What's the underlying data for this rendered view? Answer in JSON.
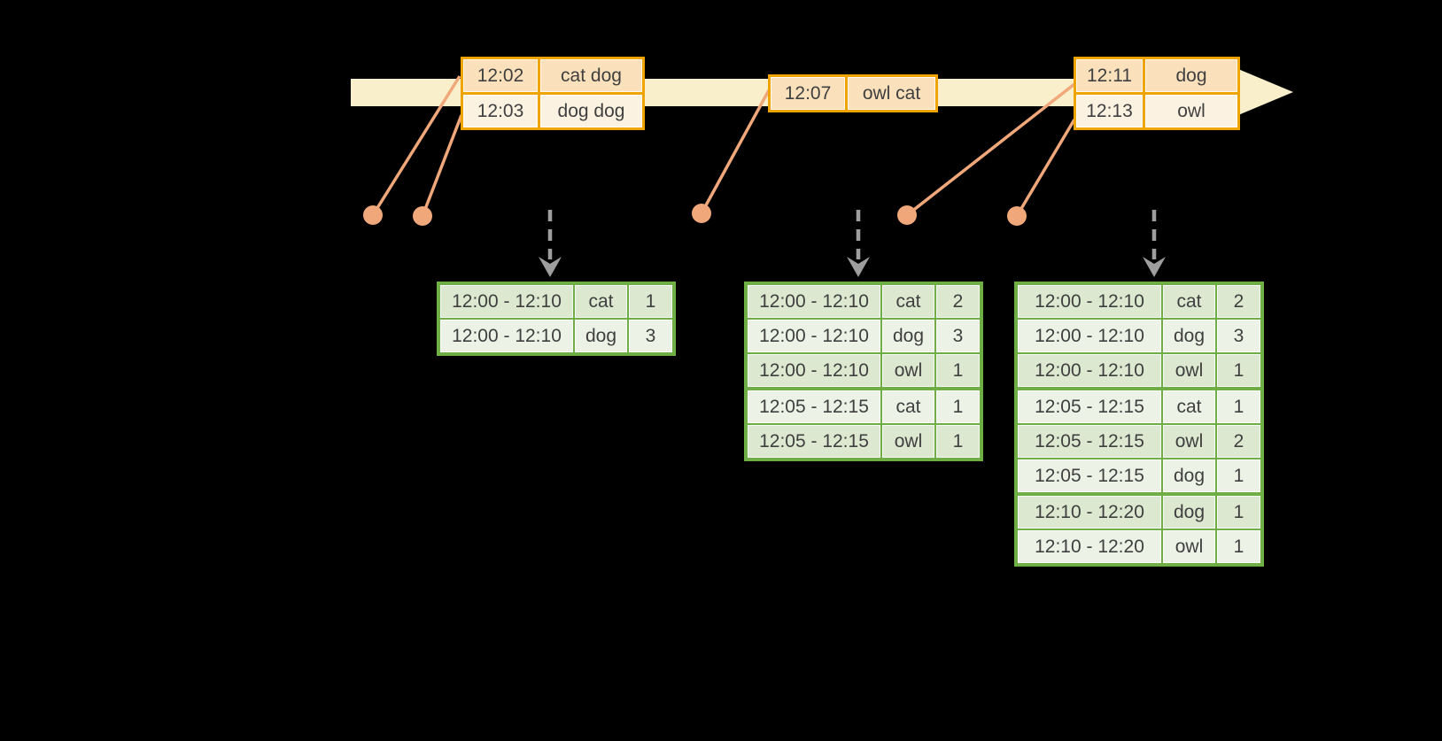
{
  "colors": {
    "background": "#000000",
    "timeline_fill": "#FAEFCB",
    "event_border": "#F0A402",
    "event_row_dark": "#FAE1BC",
    "event_row_light": "#FCF2E1",
    "marker": "#F0A87A",
    "result_border": "#6FAE44",
    "result_row_dark": "#DCE8D0",
    "result_row_light": "#EDF2E7",
    "trigger_arrow": "#9E9E9E",
    "text": "#3F3F3F"
  },
  "event_tables": [
    {
      "rows": [
        [
          "12:02",
          "cat dog"
        ],
        [
          "12:03",
          "dog dog"
        ]
      ]
    },
    {
      "rows": [
        [
          "12:07",
          "owl cat"
        ]
      ]
    },
    {
      "rows": [
        [
          "12:11",
          "dog"
        ],
        [
          "12:13",
          "owl"
        ]
      ]
    }
  ],
  "result_tables": [
    {
      "rows": [
        [
          "12:00 - 12:10",
          "cat",
          "1"
        ],
        [
          "12:00 - 12:10",
          "dog",
          "3"
        ]
      ]
    },
    {
      "rows": [
        [
          "12:00 - 12:10",
          "cat",
          "2"
        ],
        [
          "12:00 - 12:10",
          "dog",
          "3"
        ],
        [
          "12:00 - 12:10",
          "owl",
          "1"
        ],
        [
          "12:05 - 12:15",
          "cat",
          "1"
        ],
        [
          "12:05 - 12:15",
          "owl",
          "1"
        ]
      ]
    },
    {
      "rows": [
        [
          "12:00 - 12:10",
          "cat",
          "2"
        ],
        [
          "12:00 - 12:10",
          "dog",
          "3"
        ],
        [
          "12:00 - 12:10",
          "owl",
          "1"
        ],
        [
          "12:05 - 12:15",
          "cat",
          "1"
        ],
        [
          "12:05 - 12:15",
          "owl",
          "2"
        ],
        [
          "12:05 - 12:15",
          "dog",
          "1"
        ],
        [
          "12:10 - 12:20",
          "dog",
          "1"
        ],
        [
          "12:10 - 12:20",
          "owl",
          "1"
        ]
      ]
    }
  ]
}
